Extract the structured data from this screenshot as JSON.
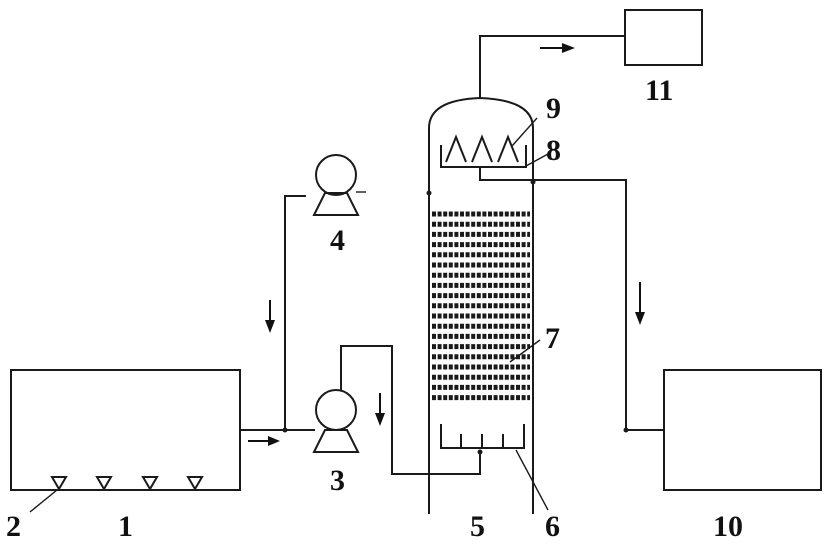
{
  "labels": {
    "l1": "1",
    "l2": "2",
    "l3": "3",
    "l4": "4",
    "l5": "5",
    "l6": "6",
    "l7": "7",
    "l8": "8",
    "l9": "9",
    "l10": "10",
    "l11": "11"
  },
  "colors": {
    "line": "#1a1a1a",
    "packing": "#1a1a1a"
  }
}
